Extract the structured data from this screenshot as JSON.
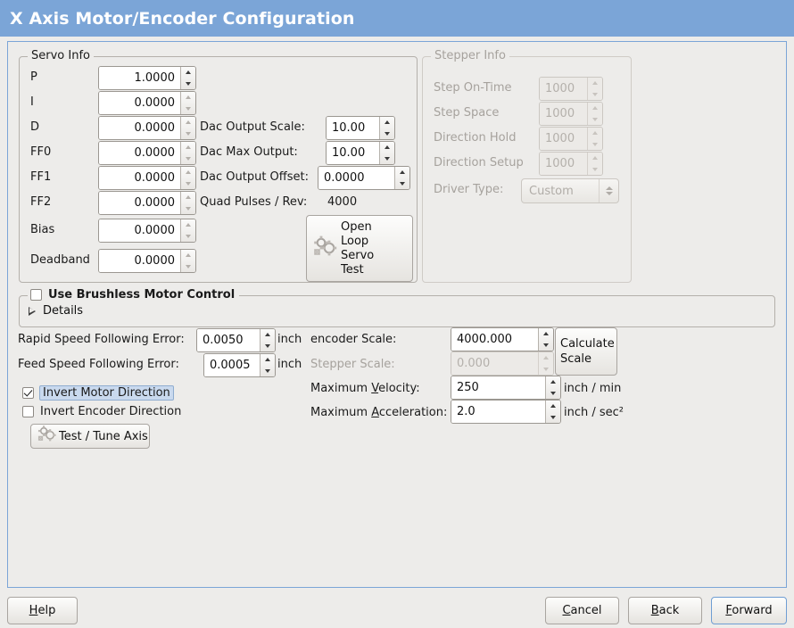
{
  "window": {
    "title": "X Axis Motor/Encoder Configuration",
    "title_bg": "#7ba5d7",
    "title_fg": "#ffffff",
    "panel_border": "#7ba5d7",
    "background": "#edecea"
  },
  "servo_info": {
    "legend": "Servo Info",
    "rows": [
      {
        "label": "P",
        "value": "1.0000"
      },
      {
        "label": "I",
        "value": "0.0000"
      },
      {
        "label": "D",
        "value": "0.0000"
      },
      {
        "label": "FF0",
        "value": "0.0000"
      },
      {
        "label": "FF1",
        "value": "0.0000"
      },
      {
        "label": "FF2",
        "value": "0.0000"
      },
      {
        "label": "Bias",
        "value": "0.0000"
      },
      {
        "label": "Deadband",
        "value": "0.0000"
      }
    ],
    "dac": {
      "output_scale_label": "Dac Output Scale:",
      "output_scale_value": "10.00",
      "max_output_label": "Dac Max Output:",
      "max_output_value": "10.00",
      "output_offset_label": "Dac Output Offset:",
      "output_offset_value": "0.0000",
      "quad_pulses_label": "Quad Pulses / Rev:",
      "quad_pulses_value": "4000"
    },
    "open_loop_button": {
      "line1": "Open",
      "line2": "Loop",
      "line3": "Servo",
      "line4": "Test",
      "icon": "gears-icon"
    }
  },
  "stepper_info": {
    "legend": "Stepper Info",
    "enabled": false,
    "rows": [
      {
        "label": "Step On-Time",
        "value": "1000"
      },
      {
        "label": "Step Space",
        "value": "1000"
      },
      {
        "label": "Direction Hold",
        "value": "1000"
      },
      {
        "label": "Direction Setup",
        "value": "1000"
      }
    ],
    "driver_type_label": "Driver Type:",
    "driver_type_value": "Custom"
  },
  "brushless": {
    "checkbox_label": "Use Brushless Motor Control",
    "checked": false,
    "details_label": "Details",
    "details_expanded": false
  },
  "tuning": {
    "rapid_error_label": "Rapid Speed Following Error:",
    "rapid_error_value": "0.0050",
    "rapid_error_unit": "inch",
    "feed_error_label": "Feed Speed Following Error:",
    "feed_error_value": "0.0005",
    "feed_error_unit": "inch",
    "invert_motor_label": "Invert Motor Direction",
    "invert_motor_checked": true,
    "invert_encoder_label": "Invert Encoder Direction",
    "invert_encoder_checked": false,
    "test_tune_label": "Test / Tune Axis",
    "test_tune_icon": "gears-icon"
  },
  "scales": {
    "encoder_scale_label": "encoder Scale:",
    "encoder_scale_value": "4000.000",
    "stepper_scale_label": "Stepper Scale:",
    "stepper_scale_value": "0.000",
    "stepper_scale_enabled": false,
    "max_velocity_label_pre": "Maximum ",
    "max_velocity_label_acc": "V",
    "max_velocity_label_post": "elocity:",
    "max_velocity_value": "250",
    "max_velocity_unit": "inch / min",
    "max_accel_label_pre": "Maximum ",
    "max_accel_label_acc": "A",
    "max_accel_label_post": "cceleration:",
    "max_accel_value": "2.0",
    "max_accel_unit": "inch / sec²",
    "calculate_line1": "Calculate",
    "calculate_line2": "Scale"
  },
  "footer": {
    "help_acc": "H",
    "help_rest": "elp",
    "cancel_acc": "C",
    "cancel_rest": "ancel",
    "back_acc": "B",
    "back_rest": "ack",
    "forward_acc": "F",
    "forward_rest": "orward",
    "forward_is_default": true
  }
}
